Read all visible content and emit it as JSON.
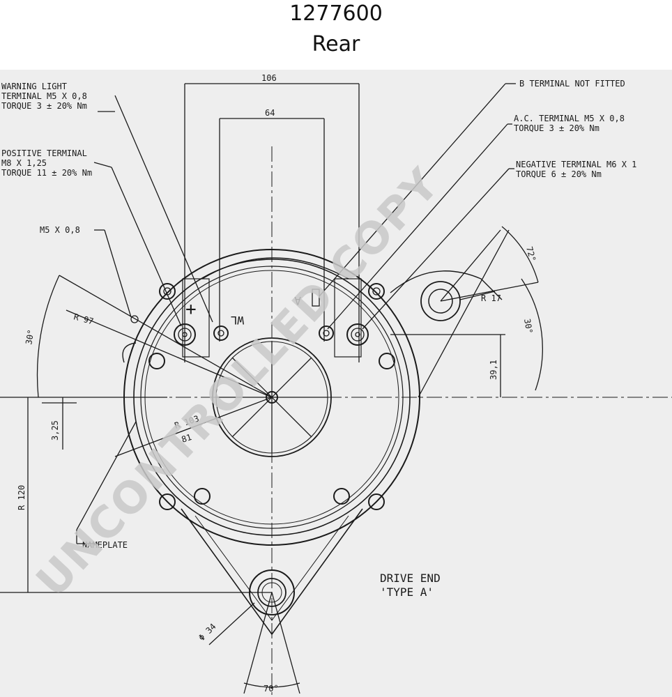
{
  "header": {
    "part_number": "1277600",
    "view": "Rear"
  },
  "callouts": {
    "warning_light": [
      "WARNING LIGHT",
      "TERMINAL M5 X 0,8",
      "TORQUE 3 ± 20% Nm"
    ],
    "positive_terminal": [
      "POSITIVE TERMINAL",
      "M8 X 1,25",
      "TORQUE 11 ± 20% Nm"
    ],
    "m5": "M5 X 0,8",
    "b_terminal": "B TERMINAL NOT FITTED",
    "ac_terminal": [
      "A.C. TERMINAL M5 X 0,8",
      "TORQUE 3 ± 20% Nm"
    ],
    "negative_terminal": [
      "NEGATIVE TERMINAL M6 X 1",
      "TORQUE 6 ± 20% Nm"
    ],
    "nameplate": "NAMEPLATE",
    "drive_end": [
      "DRIVE END",
      "'TYPE A'"
    ]
  },
  "dimensions": {
    "width_outer": "106",
    "width_inner": "64",
    "angle_top": "72°",
    "radius_small": "R 17",
    "angle_right": "30°",
    "offset_right": "39,1",
    "angle_left": "30°",
    "radius_97": "R 97",
    "radius_103": "R 103",
    "radius_81": "81",
    "offset_left": "3,25",
    "radius_120": "R 120",
    "diameter_bottom": "Φ 34",
    "angle_bottom": "70°"
  },
  "terminal_marks": {
    "plus": "+",
    "wl": "WL",
    "a": "A"
  },
  "watermark": "UNCONTROLLED COPY"
}
